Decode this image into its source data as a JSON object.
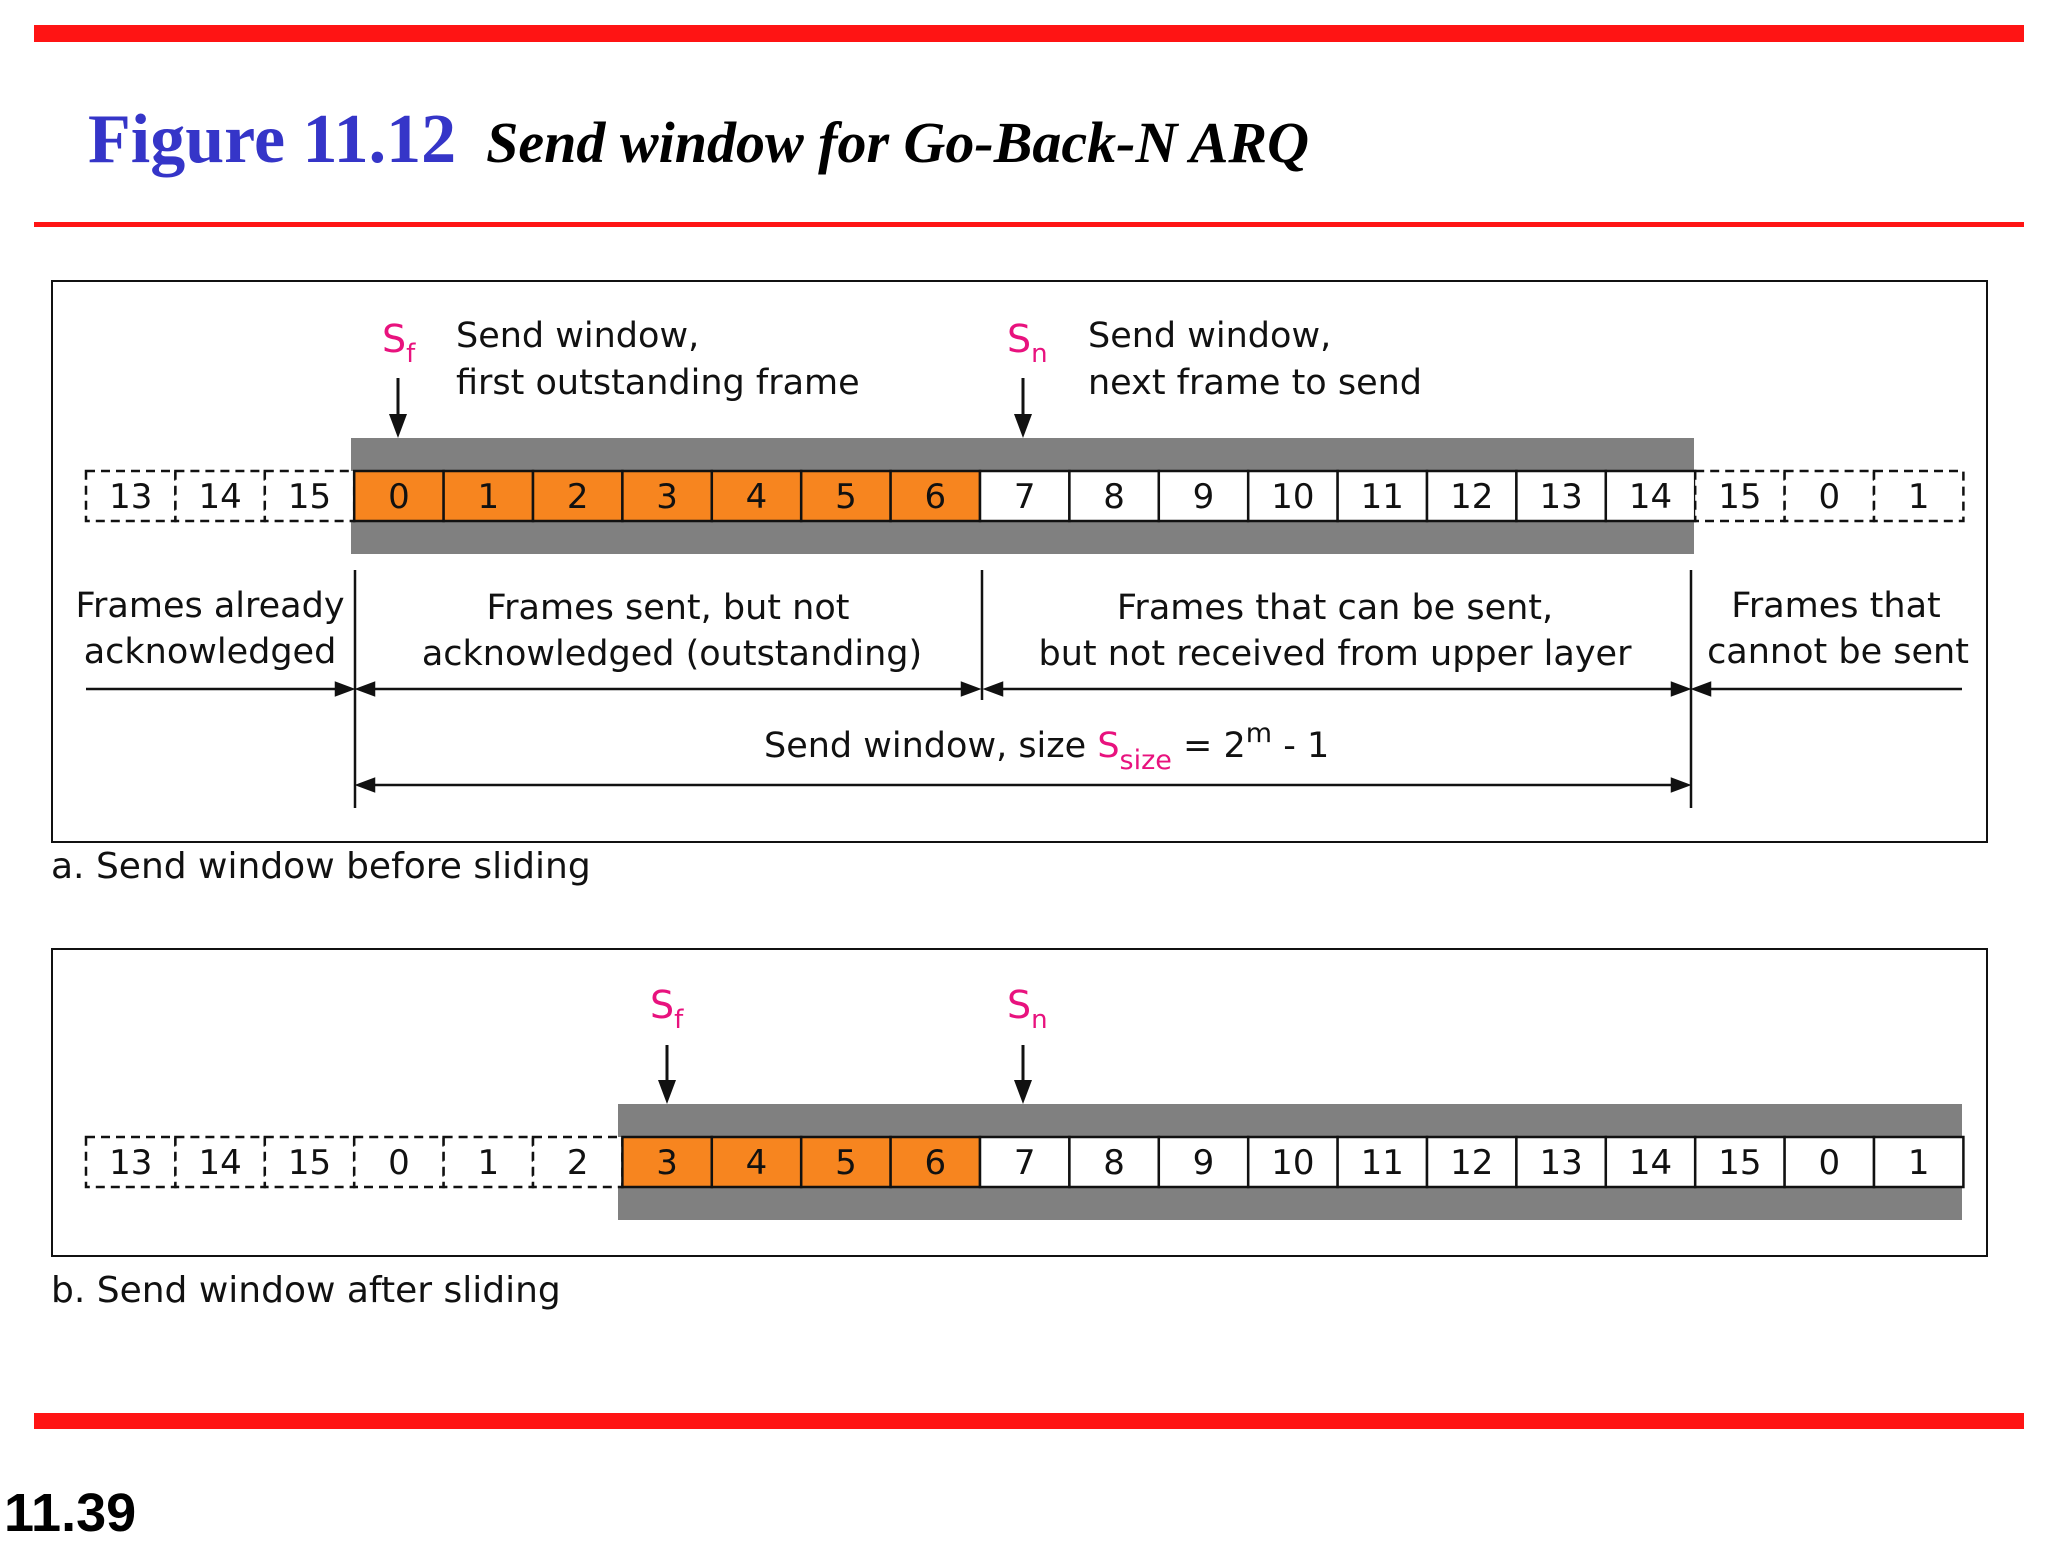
{
  "title": {
    "figure": "Figure 11.12",
    "caption": "Send window for Go-Back-N ARQ"
  },
  "colors": {
    "rule": "#ff1414",
    "title_blue": "#3535c8",
    "outstanding": "#f7851f",
    "window_band": "#808080",
    "pointer": "#e8127e"
  },
  "panel_a": {
    "caption": "a. Send window before sliding",
    "sf_pointer": {
      "base": "S",
      "sub": "f",
      "desc1": "Send window,",
      "desc2": "first outstanding frame"
    },
    "sn_pointer": {
      "base": "S",
      "sub": "n",
      "desc1": "Send window,",
      "desc2": "next frame to send"
    },
    "frames": [
      {
        "n": "13",
        "state": "acked"
      },
      {
        "n": "14",
        "state": "acked"
      },
      {
        "n": "15",
        "state": "acked"
      },
      {
        "n": "0",
        "state": "outstanding"
      },
      {
        "n": "1",
        "state": "outstanding"
      },
      {
        "n": "2",
        "state": "outstanding"
      },
      {
        "n": "3",
        "state": "outstanding"
      },
      {
        "n": "4",
        "state": "outstanding"
      },
      {
        "n": "5",
        "state": "outstanding"
      },
      {
        "n": "6",
        "state": "outstanding"
      },
      {
        "n": "7",
        "state": "can-send"
      },
      {
        "n": "8",
        "state": "can-send"
      },
      {
        "n": "9",
        "state": "can-send"
      },
      {
        "n": "10",
        "state": "can-send"
      },
      {
        "n": "11",
        "state": "can-send"
      },
      {
        "n": "12",
        "state": "can-send"
      },
      {
        "n": "13",
        "state": "can-send"
      },
      {
        "n": "14",
        "state": "can-send"
      },
      {
        "n": "15",
        "state": "cannot-send"
      },
      {
        "n": "0",
        "state": "cannot-send"
      },
      {
        "n": "1",
        "state": "cannot-send"
      }
    ],
    "region_labels": {
      "acked": [
        "Frames already",
        "acknowledged"
      ],
      "outstanding": [
        "Frames sent, but not",
        "acknowledged (outstanding)"
      ],
      "can_send": [
        "Frames that can be sent,",
        "but not received from upper layer"
      ],
      "cannot_send": [
        "Frames that",
        "cannot be sent"
      ]
    },
    "size_label": {
      "prefix": "Send window, size ",
      "s": "S",
      "sub": "size",
      "eq": " = 2",
      "sup": "m",
      "tail": " - 1"
    }
  },
  "panel_b": {
    "caption": "b. Send window after sliding",
    "sf_pointer": {
      "base": "S",
      "sub": "f"
    },
    "sn_pointer": {
      "base": "S",
      "sub": "n"
    },
    "frames": [
      {
        "n": "13",
        "state": "acked"
      },
      {
        "n": "14",
        "state": "acked"
      },
      {
        "n": "15",
        "state": "acked"
      },
      {
        "n": "0",
        "state": "acked"
      },
      {
        "n": "1",
        "state": "acked"
      },
      {
        "n": "2",
        "state": "acked"
      },
      {
        "n": "3",
        "state": "outstanding"
      },
      {
        "n": "4",
        "state": "outstanding"
      },
      {
        "n": "5",
        "state": "outstanding"
      },
      {
        "n": "6",
        "state": "outstanding"
      },
      {
        "n": "7",
        "state": "can-send"
      },
      {
        "n": "8",
        "state": "can-send"
      },
      {
        "n": "9",
        "state": "can-send"
      },
      {
        "n": "10",
        "state": "can-send"
      },
      {
        "n": "11",
        "state": "can-send"
      },
      {
        "n": "12",
        "state": "can-send"
      },
      {
        "n": "13",
        "state": "can-send"
      },
      {
        "n": "14",
        "state": "can-send"
      },
      {
        "n": "15",
        "state": "can-send"
      },
      {
        "n": "0",
        "state": "can-send"
      },
      {
        "n": "1",
        "state": "can-send"
      }
    ]
  },
  "page_number": "11.39"
}
